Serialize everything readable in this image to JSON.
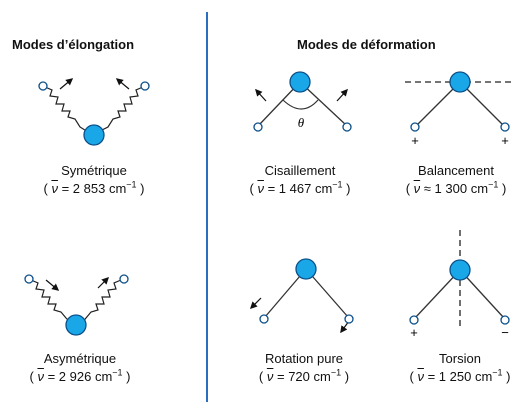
{
  "headings": {
    "stretching": "Modes d’élongation",
    "deformation": "Modes de déformation"
  },
  "symbol": "ν",
  "modes": {
    "symmetric": {
      "name": "Symétrique",
      "relation": "=",
      "value": "2 853",
      "unit": "cm",
      "exponent": "−1"
    },
    "asymmetric": {
      "name": "Asymétrique",
      "relation": "=",
      "value": "2 926",
      "unit": "cm",
      "exponent": "−1"
    },
    "scissoring": {
      "name": "Cisaillement",
      "relation": "=",
      "value": "1 467",
      "unit": "cm",
      "exponent": "−1"
    },
    "wagging": {
      "name": "Balancement",
      "relation": "≈",
      "value": "1 300",
      "unit": "cm",
      "exponent": "−1"
    },
    "rocking": {
      "name": "Rotation pure",
      "relation": "=",
      "value": "720",
      "unit": "cm",
      "exponent": "−1"
    },
    "twisting": {
      "name": "Torsion",
      "relation": "=",
      "value": "1 250",
      "unit": "cm",
      "exponent": "−1"
    }
  },
  "angle_label": "θ",
  "plus_sign": "+",
  "minus_sign": "−",
  "colors": {
    "atom_fill": "#1aa7e8",
    "atom_stroke": "#0b4f8a",
    "divider": "#2a6fbf",
    "small_atom_fill": "#ffffff"
  }
}
